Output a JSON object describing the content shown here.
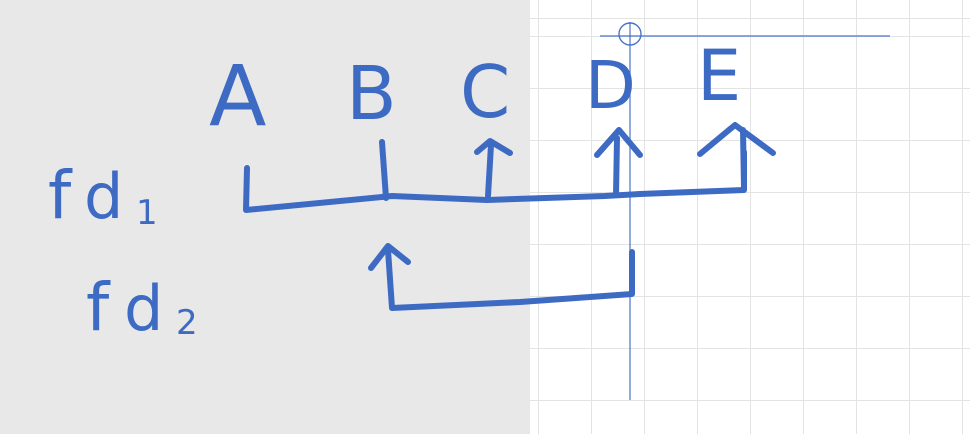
{
  "colors": {
    "ink": "#3d6bc4",
    "guide": "#4a74c8",
    "panel": "#e8e8e8",
    "grid": "#e3e3e3",
    "page": "#ffffff"
  },
  "labels": {
    "a": "A",
    "b": "B",
    "c": "C",
    "d": "D",
    "e": "E",
    "fd1_f": "f",
    "fd1_d": "d",
    "fd1_sub": "1",
    "fd2_f": "f",
    "fd2_d": "d",
    "fd2_sub": "2"
  }
}
